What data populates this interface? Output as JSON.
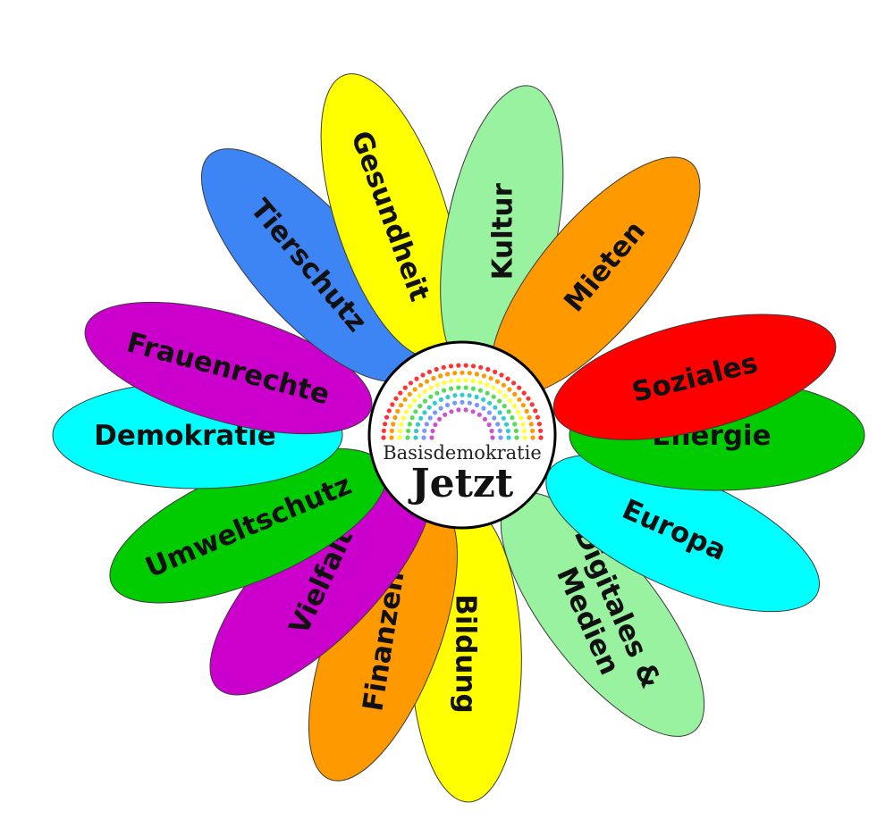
{
  "center": {
    "line1": "Basisdemokratie",
    "line2": "Jetzt",
    "rainbow_colors": [
      "#ff3333",
      "#ff9900",
      "#ffff33",
      "#55dd55",
      "#33cccc",
      "#7799ff",
      "#cc55cc"
    ]
  },
  "petals": [
    {
      "label": "Kultur",
      "color": "#99f29f"
    },
    {
      "label": "Mieten",
      "color": "#ff9900"
    },
    {
      "label": "Soziales",
      "color": "#ff0000"
    },
    {
      "label": "Energie",
      "color": "#00cc00"
    },
    {
      "label": "Europa",
      "color": "#00ffff"
    },
    {
      "label": "Digitales &",
      "label2": "Medien",
      "color": "#99f29f"
    },
    {
      "label": "Bildung",
      "color": "#ffff00"
    },
    {
      "label": "Finanzen",
      "color": "#ff9900"
    },
    {
      "label": "Vielfalt",
      "color": "#cc00cc"
    },
    {
      "label": "Umweltschutz",
      "color": "#00cc00"
    },
    {
      "label": "Demokratie",
      "color": "#00ffff"
    },
    {
      "label": "Frauenrechte",
      "color": "#cc00cc"
    },
    {
      "label": "Tierschutz",
      "color": "#3d85f5"
    },
    {
      "label": "Gesundheit",
      "color": "#ffff00"
    }
  ]
}
